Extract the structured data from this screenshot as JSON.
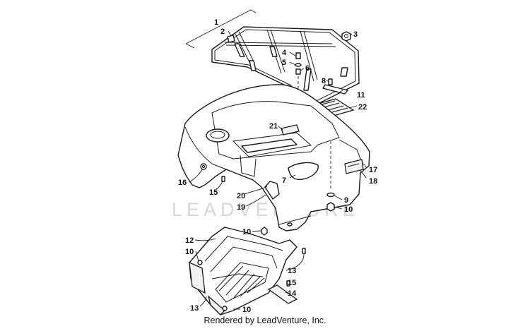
{
  "diagram": {
    "callouts": [
      "1",
      "2",
      "3",
      "4",
      "5",
      "6",
      "8",
      "11",
      "22",
      "21",
      "17",
      "18",
      "7",
      "9",
      "10",
      "16",
      "15",
      "20",
      "19",
      "10",
      "12",
      "10",
      "13",
      "15",
      "14",
      "13",
      "10"
    ],
    "watermark": "LEADVENTURE",
    "footer": "Rendered by LeadVenture, Inc."
  }
}
